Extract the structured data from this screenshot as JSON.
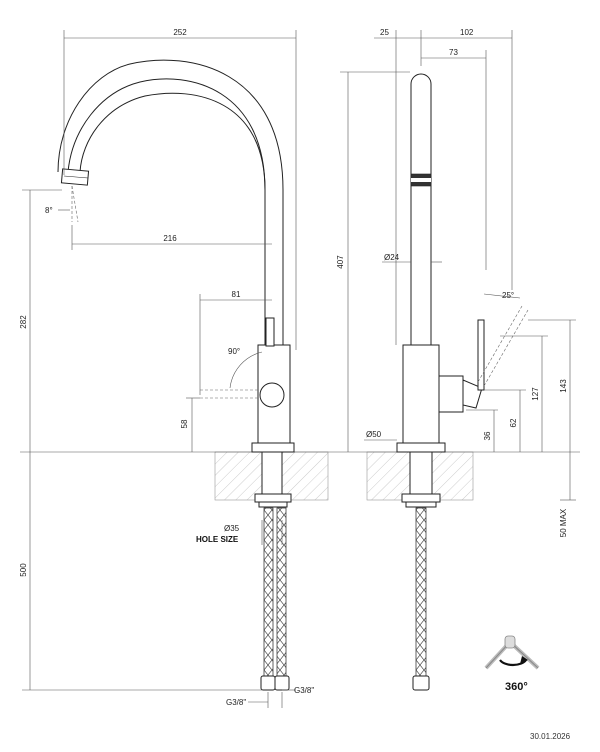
{
  "dimensions": {
    "width_total": "252",
    "offset_25": "25",
    "width_102": "102",
    "width_73": "73",
    "angle_8": "8°",
    "reach_216": "216",
    "width_81": "81",
    "angle_90": "90°",
    "height_282": "282",
    "height_58": "58",
    "height_407": "407",
    "diameter_24": "Ø24",
    "angle_25": "25°",
    "height_143": "143",
    "height_127": "127",
    "height_62": "62",
    "height_36": "36",
    "diameter_50": "Ø50",
    "length_500": "500",
    "max_50": "50 MAX"
  },
  "labels": {
    "hole_diameter": "Ø35",
    "hole_size": "HOLE SIZE",
    "thread_left": "G3/8\"",
    "thread_right": "G3/8\"",
    "rotation": "360°"
  },
  "footer": {
    "date": "30.01.2026"
  }
}
